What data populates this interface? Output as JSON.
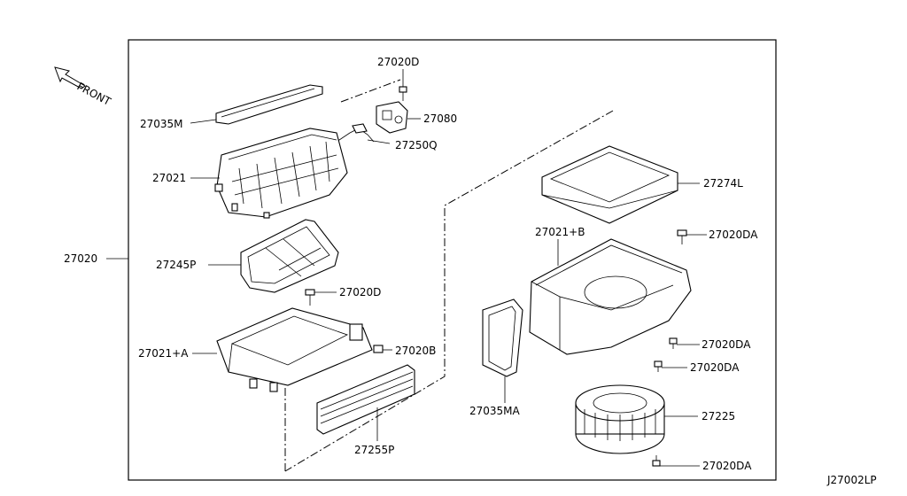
{
  "diagram": {
    "drawing_code": "J27002LP",
    "orientation_label": "FRONT",
    "callouts": {
      "p27020": "27020",
      "p27020d_top": "27020D",
      "p27080": "27080",
      "p27035m": "27035M",
      "p27250q": "27250Q",
      "p27021": "27021",
      "p27245p": "27245P",
      "p27020d_mid": "27020D",
      "p27021a": "27021+A",
      "p27020b": "27020B",
      "p27255p": "27255P",
      "p27274l": "27274L",
      "p27021b": "27021+B",
      "p27020da_1": "27020DA",
      "p27020da_2": "27020DA",
      "p27020da_3": "27020DA",
      "p27035ma": "27035MA",
      "p27225": "27225",
      "p27020da_4": "27020DA"
    }
  }
}
